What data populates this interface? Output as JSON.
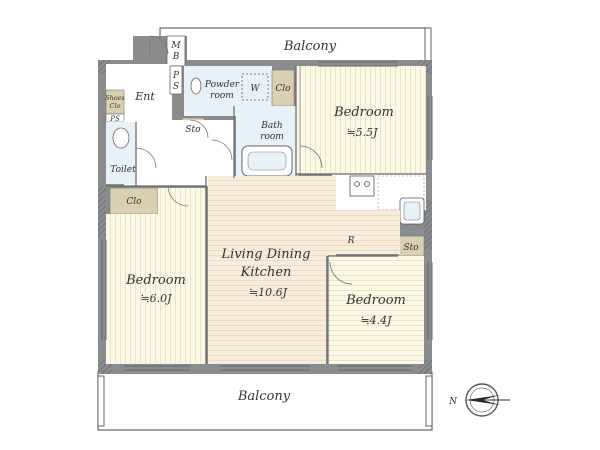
{
  "labels": {
    "balcony_top": "Balcony",
    "balcony_bottom": "Balcony",
    "mb": "M\nB",
    "ps": "P\nS",
    "ent": "Ent",
    "shoes": "Shoes\nClo",
    "ps_small": "PS",
    "powder_room": "Powder\nroom",
    "w": "W",
    "clo_top": "Clo",
    "sto_top": "Sto",
    "bath_room": "Bath\nroom",
    "toilet": "Toilet",
    "clo_left": "Clo",
    "bedroom_ne_name": "Bedroom",
    "bedroom_ne_size": "≒5.5J",
    "ldk_name": "Living Dining\nKitchen",
    "ldk_size": "≒10.6J",
    "r": "R",
    "sto_right": "Sto",
    "bedroom_w_name": "Bedroom",
    "bedroom_w_size": "≒6.0J",
    "bedroom_e_name": "Bedroom",
    "bedroom_e_size": "≒4.4J",
    "compass_n": "N"
  },
  "colors": {
    "wall": "#8a8c8e",
    "wall_hatch": "#6f7173",
    "bedroom_fill": "#fbf8e8",
    "bedroom_stripe": "#ece5c6",
    "ldk_fill": "#f7ead9",
    "wet_fill": "#e6f1f8",
    "closet_fill": "#d9d0b2",
    "balcony_fill": "#ffffff",
    "line": "#555555"
  }
}
